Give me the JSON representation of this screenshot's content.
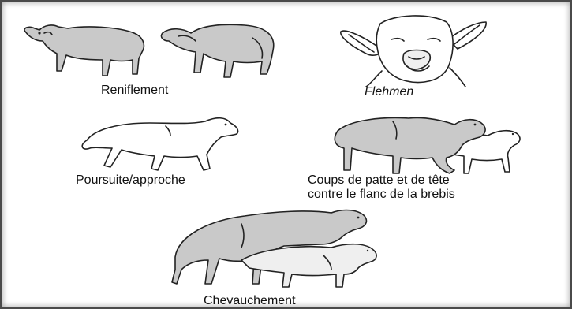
{
  "panels": [
    {
      "id": "reniflement",
      "caption": "Reniflement",
      "italic": false,
      "figure": "two-sheep-sniffing"
    },
    {
      "id": "flehmen",
      "caption": "Flehmen",
      "italic": true,
      "figure": "ram-head-flehmen"
    },
    {
      "id": "poursuite",
      "caption": "Poursuite/approche",
      "italic": false,
      "figure": "ram-approaching"
    },
    {
      "id": "coups",
      "caption_line1": "Coups de patte et de tête",
      "caption_line2": "contre le flanc de la brebis",
      "italic": false,
      "figure": "ram-pawing-ewe"
    },
    {
      "id": "chevauchement",
      "caption": "Chevauchement",
      "italic": false,
      "figure": "ram-mounting-ewe"
    }
  ]
}
